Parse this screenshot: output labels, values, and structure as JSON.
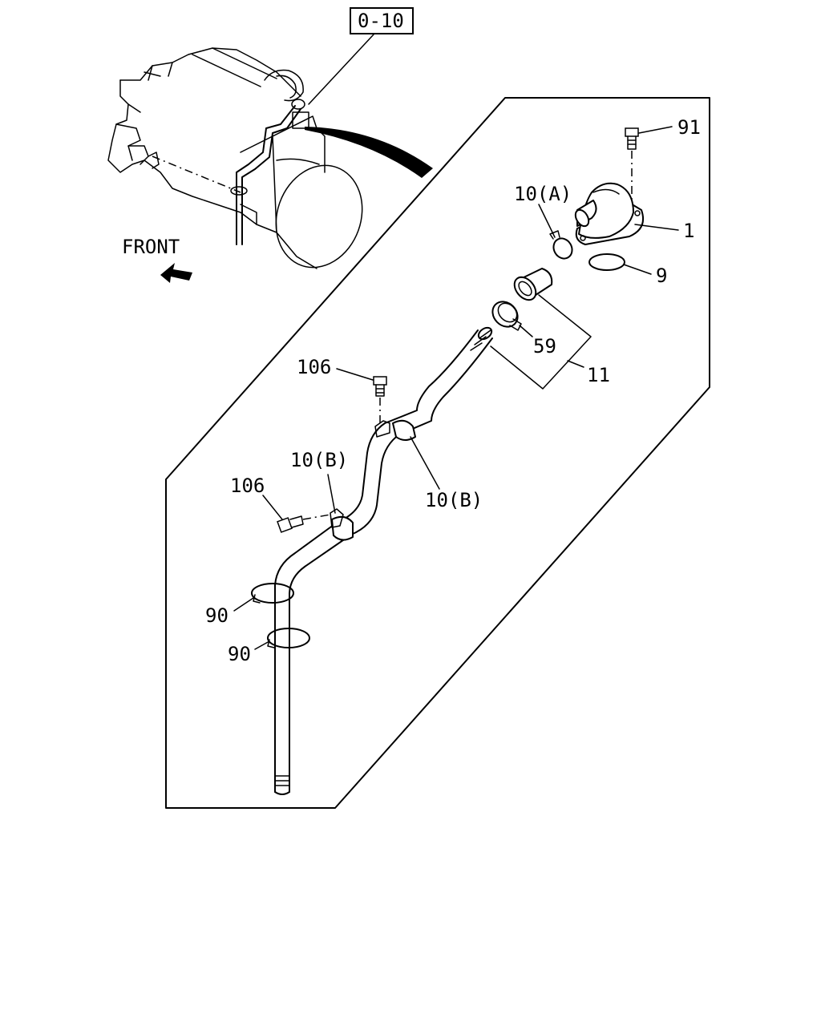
{
  "reference_box": "0-10",
  "direction_label": "FRONT",
  "callouts": {
    "c91": "91",
    "c1": "1",
    "c10a": "10(A)",
    "c9": "9",
    "c59": "59",
    "c11": "11",
    "c106a": "106",
    "c10b_left": "10(B)",
    "c10b_right": "10(B)",
    "c106b": "106",
    "c90a": "90",
    "c90b": "90"
  },
  "icons": {
    "front_arrow": "arrow-up-left-icon"
  }
}
